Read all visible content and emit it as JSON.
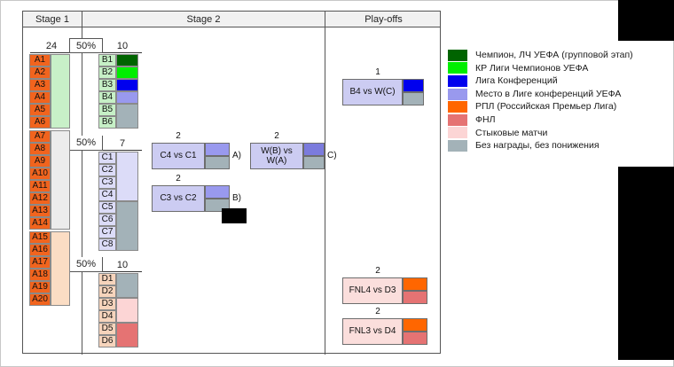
{
  "colors": {
    "champion_ucl": "#006400",
    "ucl_qualify": "#00ee00",
    "conference_league": "#0000ee",
    "conference_place": "#9999ee",
    "rpl": "#ff6600",
    "fnl": "#e57373",
    "playoff": "#fcd5d5",
    "no_change": "#a3b2b8",
    "match_box": "#ccccf2",
    "match_box_pink": "#fbdedc",
    "cell_orange": "#f1641e",
    "cell_green": "#c6f0c6",
    "cell_lilac": "#dcdcf8",
    "cell_peach": "#f6d4bc",
    "strip_green": "#c8f0c8",
    "strip_gray": "#ececec",
    "strip_peach": "#fbddc4",
    "strip_lilac": "#dcdcf8",
    "strip_gray_blue": "#a3b2b8"
  },
  "table": {
    "headers": [
      {
        "label": "Stage 1"
      },
      {
        "label": "Stage 2"
      },
      {
        "label": "Play-offs"
      }
    ]
  },
  "stage1": {
    "groups": [
      {
        "count": "24",
        "split": "50%",
        "out": "10"
      },
      {
        "count": "",
        "split": "50%",
        "out": "7"
      },
      {
        "count": "",
        "split": "50%",
        "out": "10"
      }
    ],
    "teams_a": [
      "A1",
      "A2",
      "A3",
      "A4",
      "A5",
      "A6",
      "A7",
      "A8",
      "A9",
      "A10",
      "A11",
      "A12",
      "A13",
      "A14",
      "A15",
      "A16",
      "A17",
      "A18",
      "A19",
      "A20"
    ]
  },
  "stage2": {
    "group_b": [
      "B1",
      "B2",
      "B3",
      "B4",
      "B5",
      "B6"
    ],
    "group_c": [
      "C1",
      "C2",
      "C3",
      "C4",
      "C5",
      "C6",
      "C7",
      "C8"
    ],
    "group_d": [
      "D1",
      "D2",
      "D3",
      "D4",
      "D5",
      "D6"
    ],
    "matches": [
      {
        "num": "2",
        "title": "C4 vs C1",
        "tag": "A)"
      },
      {
        "num": "2",
        "title": "C3 vs C2",
        "tag": "B)"
      },
      {
        "num": "2",
        "title": "W(B) vs W(A)",
        "line1": "W(B) vs",
        "line2": "W(A)",
        "tag": "C)"
      }
    ]
  },
  "playoffs": {
    "matches": [
      {
        "num": "1",
        "title": "B4 vs W(C)"
      },
      {
        "num": "2",
        "title": "FNL4 vs D3"
      },
      {
        "num": "2",
        "title": "FNL3 vs D4"
      }
    ]
  },
  "legend": {
    "items": [
      {
        "color": "#006400",
        "label": "Чемпион, ЛЧ УЕФА (групповой этап)"
      },
      {
        "color": "#00ee00",
        "label": "КР Лиги Чемпионов УЕФА"
      },
      {
        "color": "#0000ee",
        "label": "Лига Конференций"
      },
      {
        "color": "#9999ee",
        "label": "Место в Лиге конференций УЕФА"
      },
      {
        "color": "#ff6600",
        "label": "РПЛ (Российская Премьер Лига)"
      },
      {
        "color": "#e57373",
        "label": "ФНЛ"
      },
      {
        "color": "#fcd5d5",
        "label": "Стыковые матчи"
      },
      {
        "color": "#a3b2b8",
        "label": "Без награды, без понижения"
      }
    ]
  }
}
